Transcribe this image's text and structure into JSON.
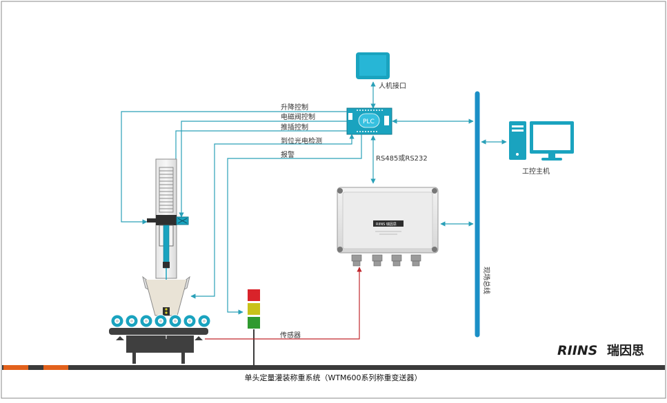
{
  "labels": {
    "hmi": "人机接口",
    "plc": "PLC",
    "lift": "升降控制",
    "solenoid": "电磁阀控制",
    "push": "推插控制",
    "photo": "到位光电检测",
    "alarm": "报警",
    "rs": "RS485或RS232",
    "pc": "工控主机",
    "bus": "现场总线",
    "sensor": "传感器",
    "caption": "单头定量灌装称重系统（WTM600系列称重变送器）",
    "brand_en": "RIINS",
    "brand_cn": "瑞因思",
    "box_logo": "RIINS 瑞因思"
  },
  "colors": {
    "teal": "#1aa3bf",
    "line": "#2aa0b8",
    "red": "#c0252b",
    "bus": "#1b8fc6",
    "orange": "#e2611c",
    "dark": "#3b3b3b",
    "light_red": "#d9232a",
    "light_yellow": "#c9c21a",
    "light_green": "#2f9a2f"
  }
}
